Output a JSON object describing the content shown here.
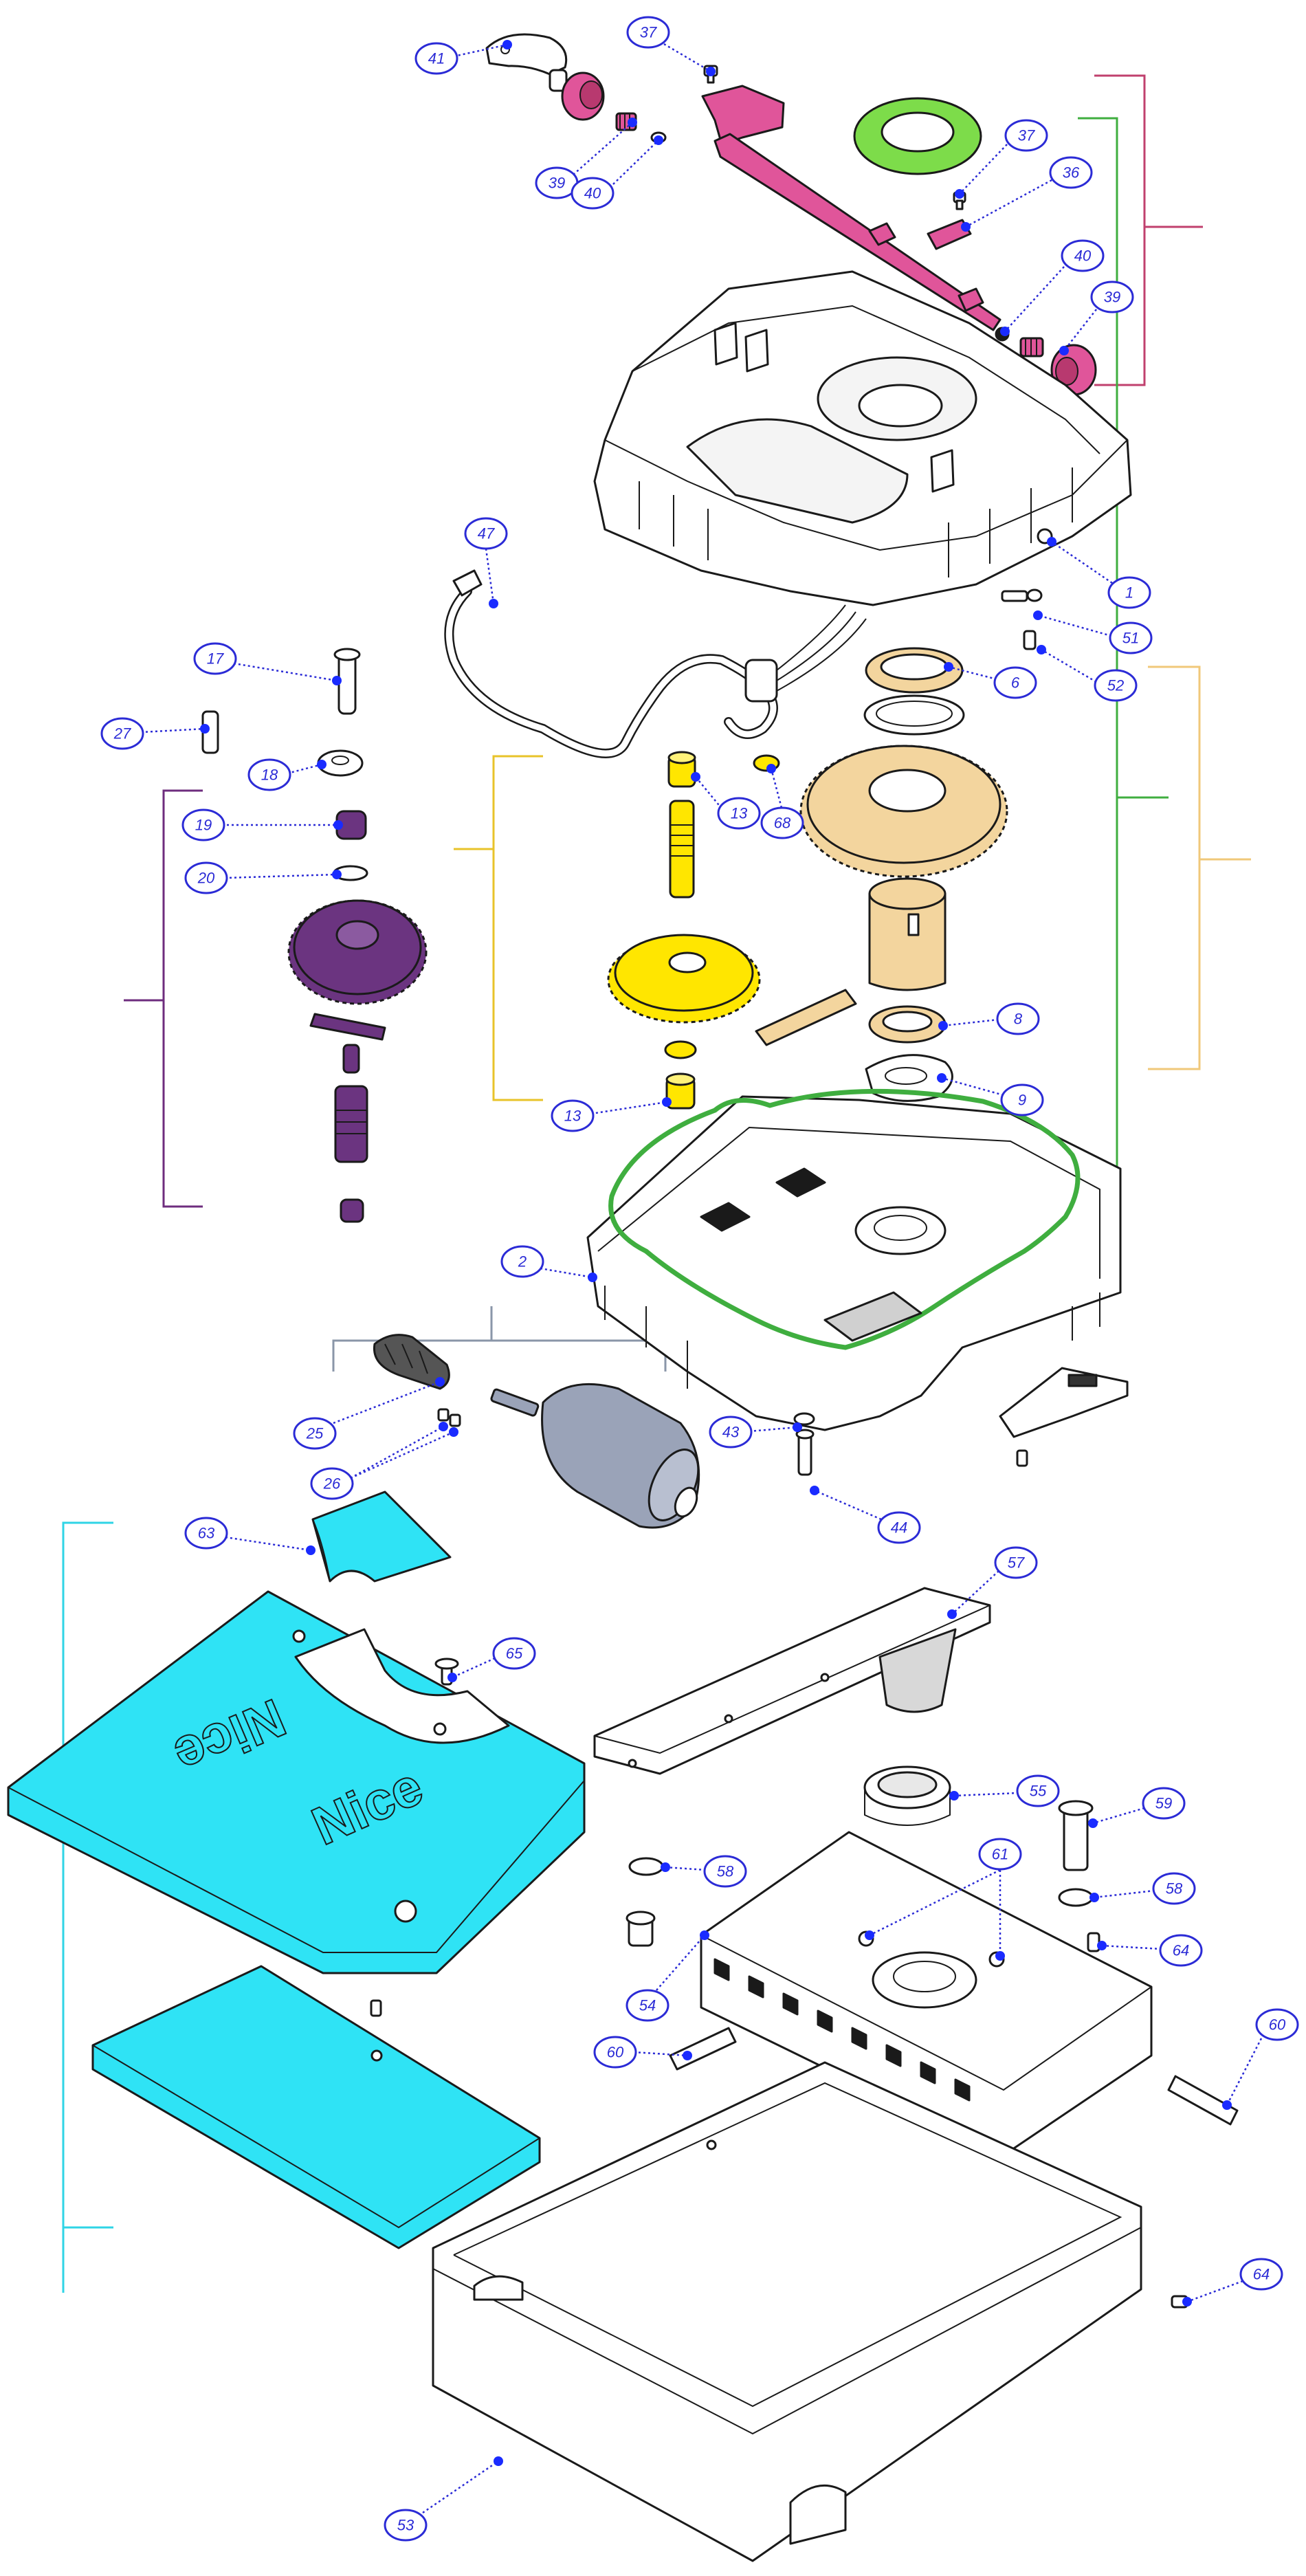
{
  "colors": {
    "callout": "#2b2bd6",
    "pink_group": "#c0406e",
    "green_group": "#3fae3f",
    "yellow_group": "#e8c32a",
    "orange_group": "#f0c87a",
    "purple_group": "#6e2d7e",
    "slate_group": "#8a96a8",
    "cyan_group": "#2fd4e6",
    "cover_fill": "#2fe3f5",
    "gear_tan": "#f3d59e",
    "gear_yellow": "#ffe600",
    "part_pink": "#e0559a",
    "ring_green": "#7ddc4a",
    "part_purple": "#6b3480",
    "motor_gray": "#9aa3b8"
  },
  "logo": {
    "text": "Nice"
  },
  "callouts": [
    {
      "label": "41"
    },
    {
      "label": "37"
    },
    {
      "label": "39"
    },
    {
      "label": "40"
    },
    {
      "label": "37"
    },
    {
      "label": "36"
    },
    {
      "label": "40"
    },
    {
      "label": "39"
    },
    {
      "label": "47"
    },
    {
      "label": "1"
    },
    {
      "label": "51"
    },
    {
      "label": "52"
    },
    {
      "label": "6"
    },
    {
      "label": "17"
    },
    {
      "label": "27"
    },
    {
      "label": "18"
    },
    {
      "label": "13"
    },
    {
      "label": "68"
    },
    {
      "label": "19"
    },
    {
      "label": "20"
    },
    {
      "label": "8"
    },
    {
      "label": "9"
    },
    {
      "label": "13"
    },
    {
      "label": "2"
    },
    {
      "label": "25"
    },
    {
      "label": "26"
    },
    {
      "label": "43"
    },
    {
      "label": "44"
    },
    {
      "label": "63"
    },
    {
      "label": "57"
    },
    {
      "label": "65"
    },
    {
      "label": "55"
    },
    {
      "label": "59"
    },
    {
      "label": "58"
    },
    {
      "label": "61"
    },
    {
      "label": "58"
    },
    {
      "label": "64"
    },
    {
      "label": "54"
    },
    {
      "label": "60"
    },
    {
      "label": "60"
    },
    {
      "label": "64"
    },
    {
      "label": "53"
    }
  ]
}
